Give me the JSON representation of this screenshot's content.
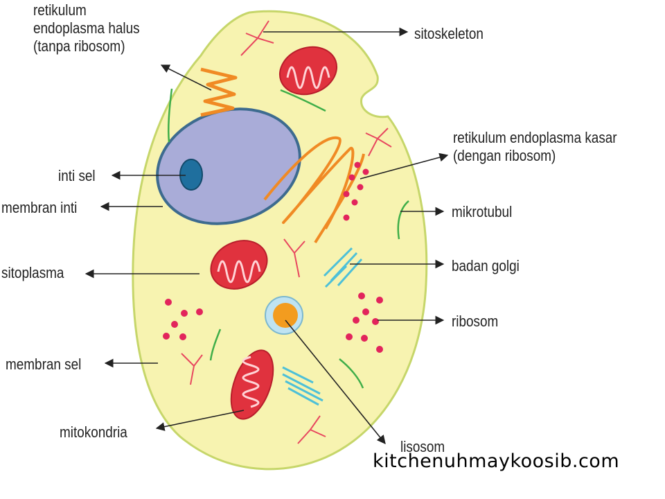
{
  "labels": {
    "smooth_er": "retikulum\nendoplasma halus\n(tanpa ribosom)",
    "cytoskeleton": "sitoskeleton",
    "rough_er": "retikulum endoplasma kasar\n(dengan ribosom)",
    "nucleolus": "inti sel",
    "nuclear_membrane": "membran inti",
    "microtubule": "mikrotubul",
    "cytoplasm": "sitoplasma",
    "golgi": "badan golgi",
    "ribosome": "ribosom",
    "cell_membrane": "membran sel",
    "mitochondria": "mitokondria",
    "lysosome": "lisosom"
  },
  "watermark": "kitchenuhmaykoosib.com",
  "colors": {
    "cytoplasm_fill": "#f7f3b0",
    "cell_border": "#c6d66a",
    "nucleus_fill": "#a9acd8",
    "nucleus_border": "#3d6b8f",
    "nucleolus": "#1f6f9e",
    "mitochondria": "#e0323e",
    "er": "#f08a24",
    "ribosome": "#e2245c",
    "cytoskeleton": "#e8475f",
    "microtubule": "#3fae49",
    "golgi": "#4dc0d8",
    "lysosome_core": "#f39c1f",
    "lysosome_ring": "#bfe3f2"
  }
}
